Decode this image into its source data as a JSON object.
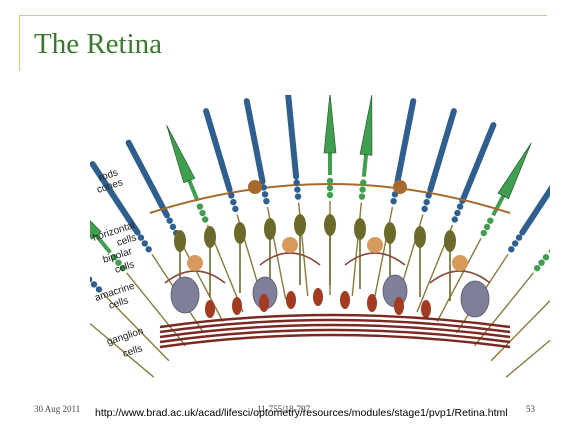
{
  "slide": {
    "title": "The Retina",
    "figure": {
      "labels": {
        "rods": "rods",
        "cones": "cones",
        "horizontal": "horizontal",
        "horizontal_cells": "cells",
        "bipolar": "bipolar",
        "bipolar_cells": "cells",
        "amacrine": "amacrine",
        "amacrine_cells": "cells",
        "ganglion": "ganglion",
        "ganglion_cells": "cells"
      },
      "colors": {
        "rod": "#2f5f8e",
        "cone": "#3f9f4e",
        "horizontal": "#a86a2c",
        "bipolar": "#6c6a2a",
        "amacrine": "#d89a5a",
        "ganglion": "#7f7f99",
        "small_ganglion": "#a33a22",
        "nerve": "#7a2a22"
      }
    },
    "source_url": "http://www.brad.ac.uk/acad/lifesci/optometry/resources/modules/stage1/pvp1/Retina.html",
    "footer": {
      "date": "30 Aug 2011",
      "course": "11-755/18-797",
      "page": "53"
    }
  }
}
